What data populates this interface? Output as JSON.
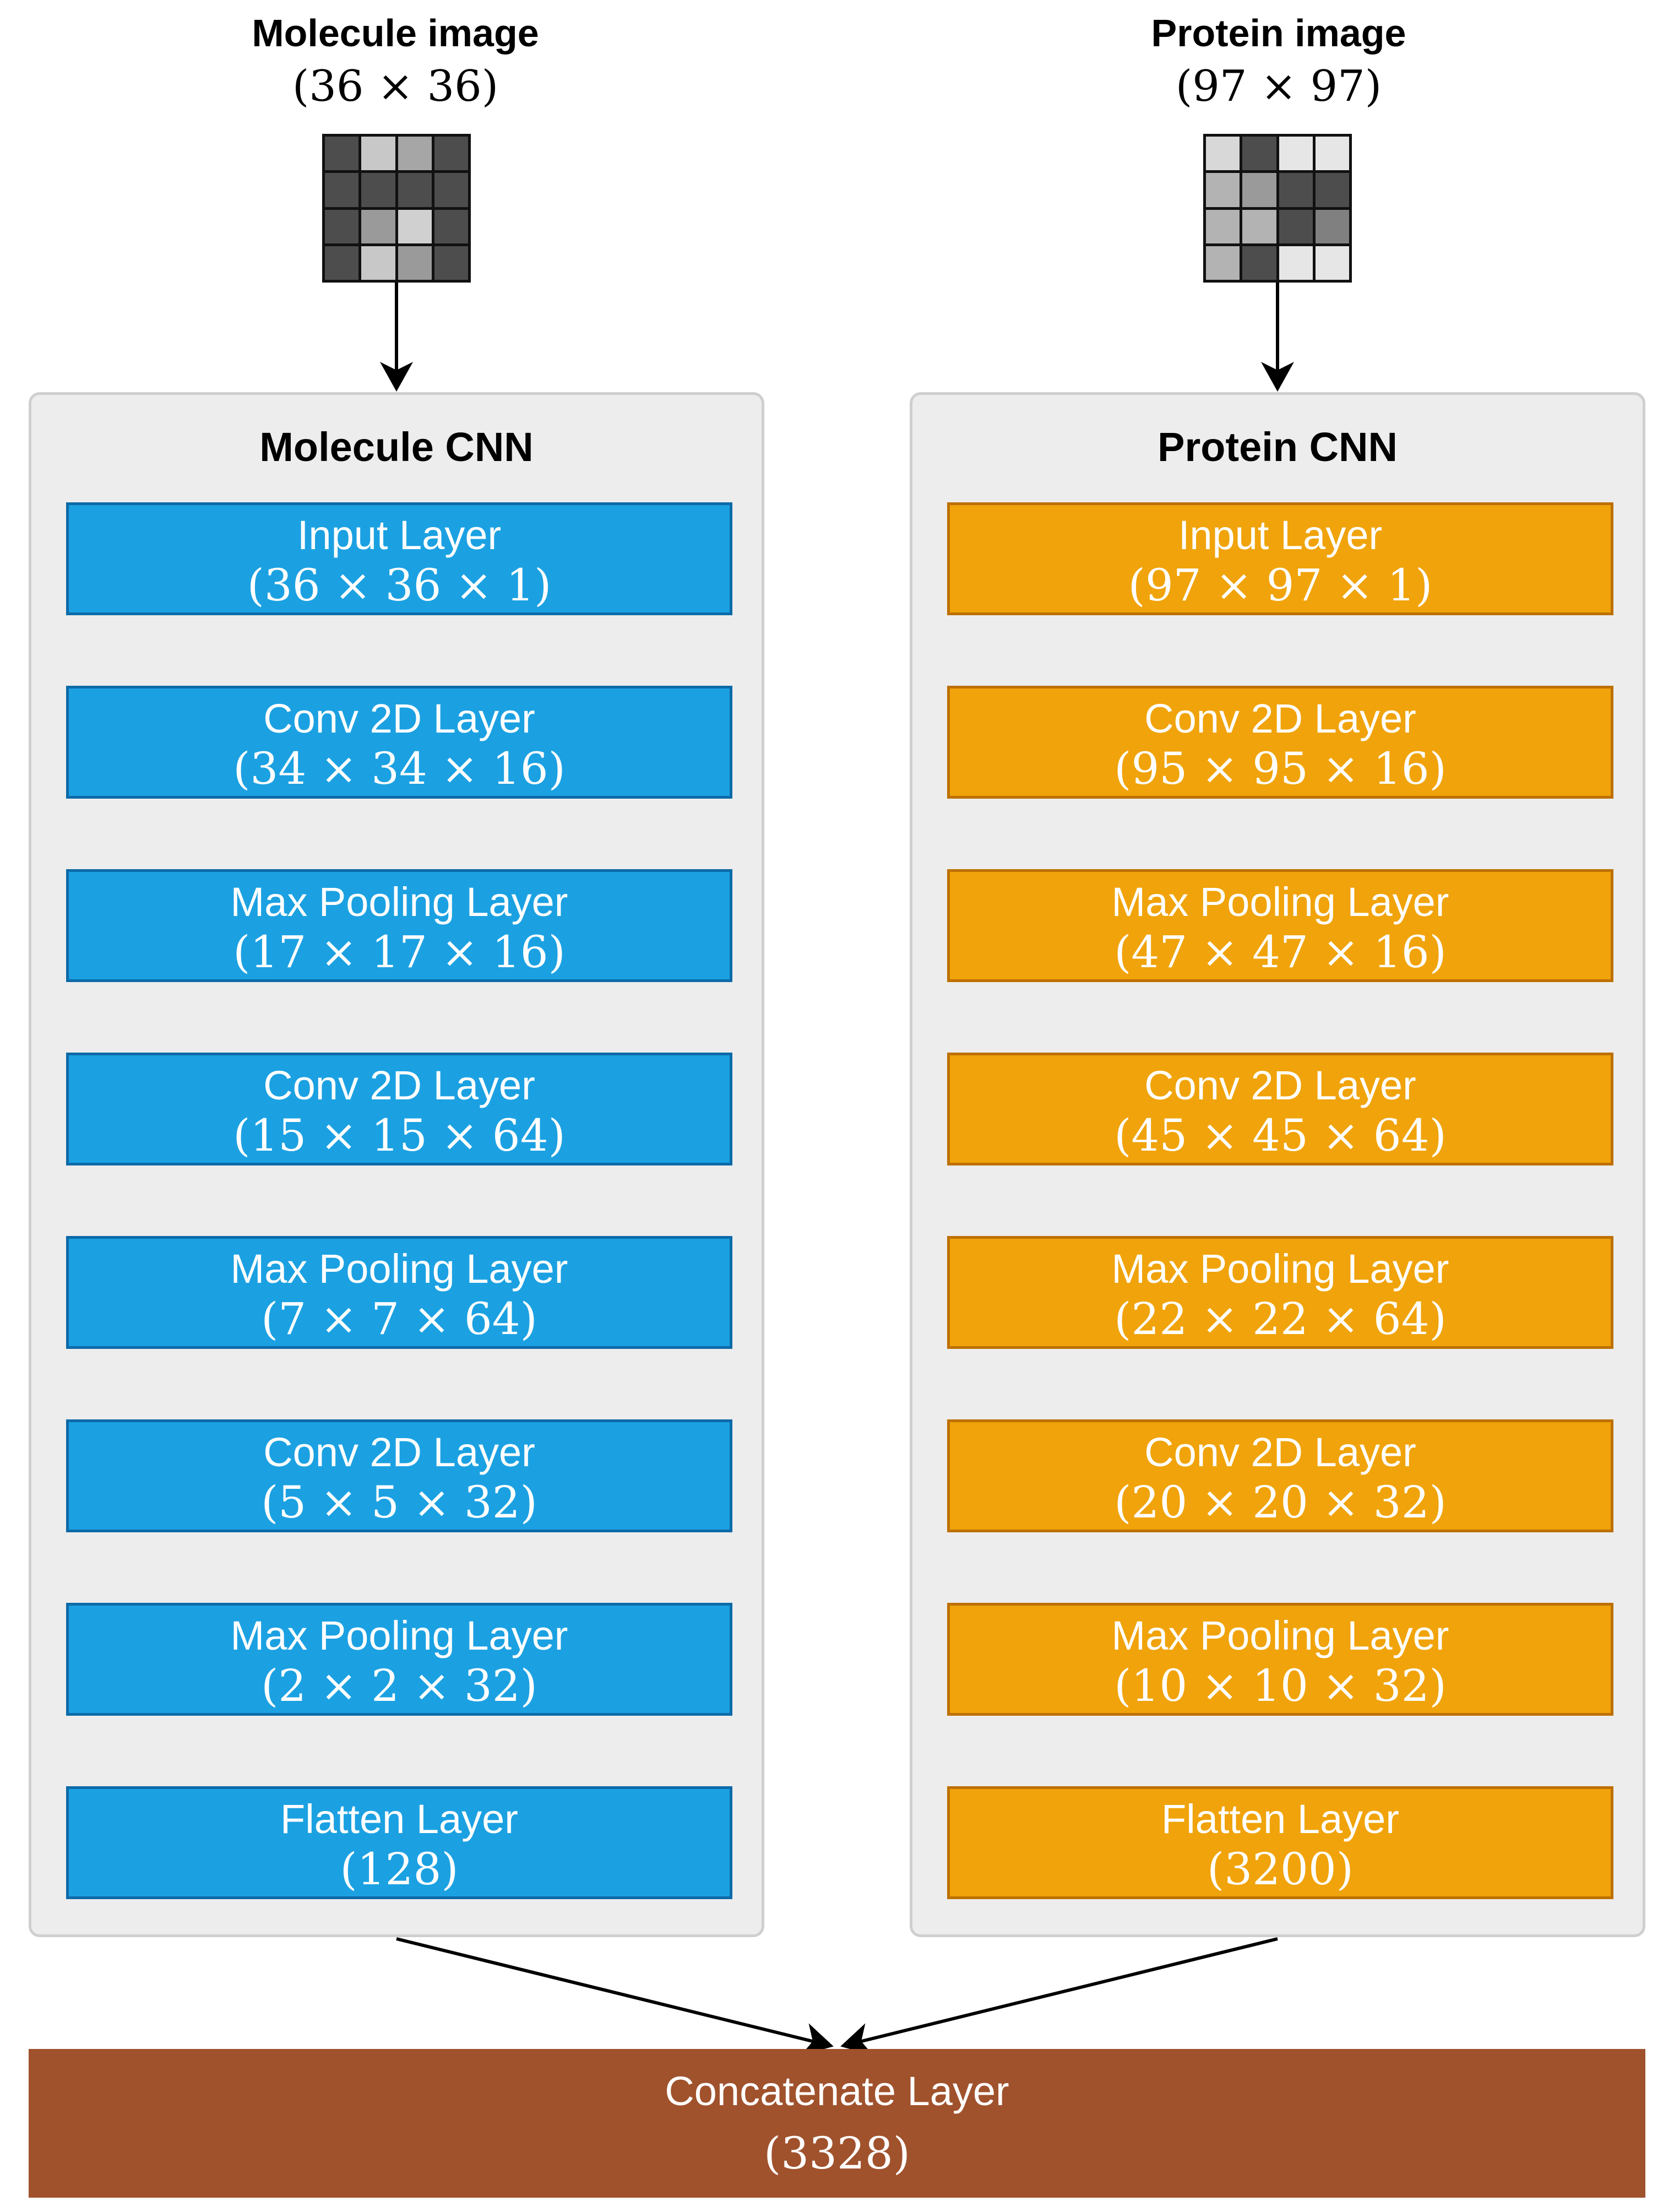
{
  "molecule_input": {
    "title": "Molecule image",
    "dims": "(36 × 36)",
    "grid_colors": [
      [
        "#4d4d4d",
        "#c8c8c8",
        "#a6a6a6",
        "#4d4d4d"
      ],
      [
        "#4d4d4d",
        "#4d4d4d",
        "#4d4d4d",
        "#4d4d4d"
      ],
      [
        "#4d4d4d",
        "#9a9a9a",
        "#d0d0d0",
        "#4d4d4d"
      ],
      [
        "#4d4d4d",
        "#c8c8c8",
        "#9a9a9a",
        "#4d4d4d"
      ]
    ]
  },
  "protein_input": {
    "title": "Protein image",
    "dims": "(97 × 97)",
    "grid_colors": [
      [
        "#d8d8d8",
        "#4d4d4d",
        "#e6e6e6",
        "#e6e6e6"
      ],
      [
        "#b3b3b3",
        "#9a9a9a",
        "#4d4d4d",
        "#4d4d4d"
      ],
      [
        "#b3b3b3",
        "#b3b3b3",
        "#4d4d4d",
        "#808080"
      ],
      [
        "#b3b3b3",
        "#4d4d4d",
        "#e6e6e6",
        "#e6e6e6"
      ]
    ]
  },
  "molecule_cnn": {
    "title": "Molecule CNN",
    "color": "#1ba1e2",
    "layers": [
      {
        "name": "Input Layer",
        "dims": "(36 × 36 × 1)"
      },
      {
        "name": "Conv 2D Layer",
        "dims": "(34 × 34 × 16)"
      },
      {
        "name": "Max Pooling Layer",
        "dims": "(17 × 17 × 16)"
      },
      {
        "name": "Conv 2D Layer",
        "dims": "(15 × 15 × 64)"
      },
      {
        "name": "Max Pooling Layer",
        "dims": "(7 × 7 × 64)"
      },
      {
        "name": "Conv 2D Layer",
        "dims": "(5 × 5 × 32)"
      },
      {
        "name": "Max Pooling Layer",
        "dims": "(2 × 2 × 32)"
      },
      {
        "name": "Flatten Layer",
        "dims": "(128)"
      }
    ]
  },
  "protein_cnn": {
    "title": "Protein CNN",
    "color": "#f0a30a",
    "layers": [
      {
        "name": "Input Layer",
        "dims": "(97 × 97 × 1)"
      },
      {
        "name": "Conv 2D Layer",
        "dims": "(95 × 95 × 16)"
      },
      {
        "name": "Max Pooling Layer",
        "dims": "(47 × 47 × 16)"
      },
      {
        "name": "Conv 2D Layer",
        "dims": "(45 × 45 × 64)"
      },
      {
        "name": "Max Pooling Layer",
        "dims": "(22 × 22 × 64)"
      },
      {
        "name": "Conv 2D Layer",
        "dims": "(20 × 20 × 32)"
      },
      {
        "name": "Max Pooling Layer",
        "dims": "(10 × 10 × 32)"
      },
      {
        "name": "Flatten Layer",
        "dims": "(3200)"
      }
    ]
  },
  "concatenate": {
    "name": "Concatenate Layer",
    "dims": "(3328)",
    "color": "#a0522d"
  }
}
